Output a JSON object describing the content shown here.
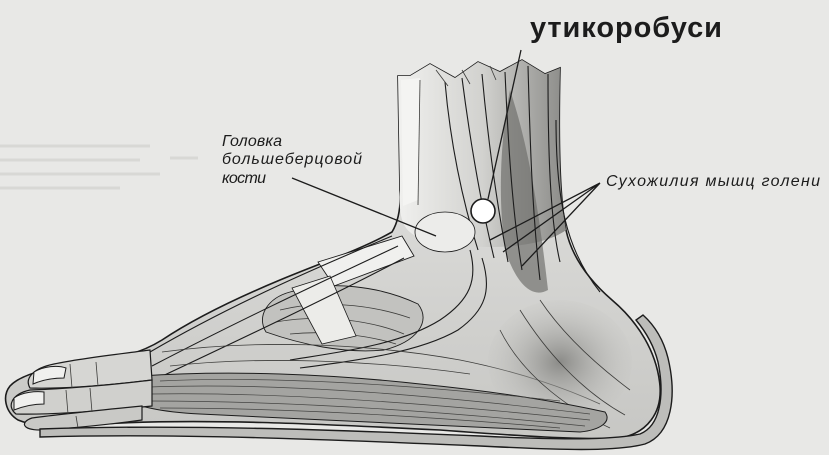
{
  "labels": {
    "top_label": "утикоробуси",
    "tibia_head": [
      "Головка",
      "большеберцовой",
      "кости"
    ],
    "leg_tendons": "Сухожилия мышц голени"
  },
  "colors": {
    "background": "#e8e8e6",
    "ink": "#1c1c1c",
    "marker_fill": "#ffffff"
  }
}
